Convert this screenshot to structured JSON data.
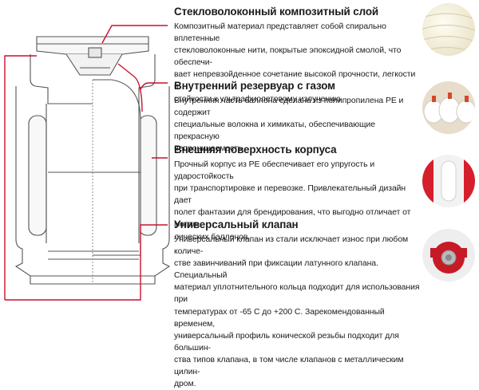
{
  "sections": [
    {
      "title": "Стекловолоконный композитный слой",
      "lines": [
        "Композитный материал представляет собой  спирально вплетенные",
        "стекловолоконные нити, покрытые эпоксидной смолой, что обеспечи-",
        "вает непревзойденное сочетание высокой прочности, легкости и",
        "стойкости к ультрафиолетовому излучению"
      ],
      "thumbnail_icon": "fiberglass-layer-photo-icon"
    },
    {
      "title": "Внутренний резервуар с газом",
      "lines": [
        "Внутренняя часть баллона сделана из полипропилена PE и содержит",
        "специальные волокна и химикаты, обеспечивающие прекрасную",
        "непроницаемость"
      ],
      "thumbnail_icon": "inner-tank-photo-icon"
    },
    {
      "title": "Внешняя поверхность корпуса",
      "lines": [
        "Прочный корпус из PE обеспечивает его упругость и ударостойкость",
        "при транспортировке и перевозке. Привлекательный дизайн дает",
        "полет фантазии для брендирования, что выгодно отличает от метал-",
        "лических баллонов."
      ],
      "thumbnail_icon": "outer-casing-photo-icon"
    },
    {
      "title": "Универсальный клапан",
      "lines": [
        "Универсальный клапан из стали исключает износ при любом количе-",
        "стве завинчиваний при фиксации латунного клапана. Специальный",
        "материал уплотнительного кольца подходит для использования при",
        "температурах от -65 С до +200 С. Зарекомендованный временем,",
        "универсальный профиль конической резьбы подходит для большин-",
        "ства типов клапана, в том числе клапанов с металлическим цилин-",
        "дром."
      ],
      "thumbnail_icon": "valve-photo-icon"
    }
  ],
  "colors": {
    "leader_line": "#c8102e",
    "outline": "#555555",
    "text": "#1a1a1a"
  },
  "cylinder_icon": "composite-gas-cylinder-cutaway-icon"
}
